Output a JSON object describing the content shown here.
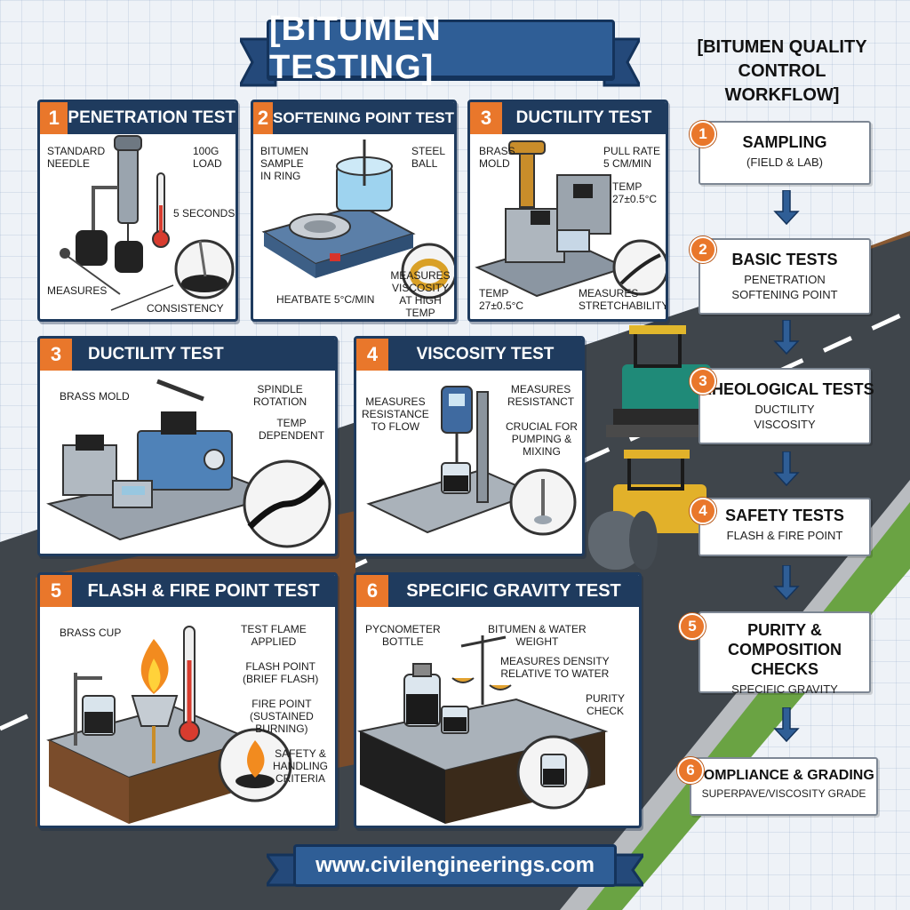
{
  "title": "[BITUMEN TESTING]",
  "workflow_title": "[BITUMEN QUALITY\nCONTROL WORKFLOW]",
  "panels": {
    "p1": {
      "num": "1",
      "title": "PENETRATION TEST",
      "labels": {
        "needle": "STANDARD\nNEEDLE",
        "load": "100g\nLOAD",
        "seconds": "5 SECONDS",
        "measures": "MEASURES",
        "consistency": "CONSISTENCY"
      }
    },
    "p2": {
      "num": "2",
      "title": "SOFTENING POINT TEST",
      "labels": {
        "sample": "BITUMEN\nSAMPLE\nIN RING",
        "ball": "STEEL\nBALL",
        "heat": "HEATBATE 5°C/MIN",
        "viscosity": "MEASURES\nVISCOSITY\nAT HIGH TEMP"
      }
    },
    "p3a": {
      "num": "3",
      "title": "DUCTILITY TEST",
      "labels": {
        "mold": "BRASS\nMOLD",
        "pull": "PULL RATE\n5 CM/MIN",
        "temp_r": "TEMP\n27±0.5°C",
        "temp_l": "TEMP\n27±0.5°C",
        "stretch": "MEASURES\nSTRETCHABILITY"
      }
    },
    "p3b": {
      "num": "3",
      "title": "DUCTILITY TEST",
      "labels": {
        "mold": "BRASS MOLD",
        "spindle": "SPINDLE\nROTATION",
        "temp": "TEMP\nDEPENDENT"
      }
    },
    "p4": {
      "num": "4",
      "title": "VISCOSITY TEST",
      "labels": {
        "resist_flow": "MEASURES\nRESISTANCE\nTO FLOW",
        "resistant": "MEASURES\nRESISTANCT",
        "crucial": "CRUCIAL FOR\nPUMPING &\nMIXING"
      }
    },
    "p5": {
      "num": "5",
      "title": "FLASH & FIRE POINT TEST",
      "labels": {
        "cup": "BRASS CUP",
        "flame": "TEST FLAME\nAPPLIED",
        "flash": "FLASH POINT\n(BRIEF FLASH)",
        "fire": "FIRE POINT\n(SUSTAINED\nBURNING)",
        "safety": "SAFETY &\nHANDLING\nCRITERIA"
      }
    },
    "p6": {
      "num": "6",
      "title": "SPECIFIC GRAVITY TEST",
      "labels": {
        "pyc": "PYCNOMETER\nBOTTLE",
        "weight": "BITUMEN & WATER\nWEIGHT",
        "density": "MEASURES DENSITY\nRELATIVE TO WATER",
        "purity": "PURITY\nCHECK"
      }
    }
  },
  "workflow": [
    {
      "num": "1",
      "title": "SAMPLING",
      "sub": "(FIELD & LAB)"
    },
    {
      "num": "2",
      "title": "BASIC TESTS",
      "sub": "PENETRATION\nSOFTENING POINT"
    },
    {
      "num": "3",
      "title": "RHEOLOGICAL TESTS",
      "sub": "DUCTILITY\nVISCOSITY"
    },
    {
      "num": "4",
      "title": "SAFETY TESTS",
      "sub": "FLASH & FIRE POINT"
    },
    {
      "num": "5",
      "title": "PURITY & COMPOSITION\nCHECKS",
      "sub": "SPECIFIC GRAVITY"
    },
    {
      "num": "6",
      "title": "COMPLIANCE & GRADING",
      "sub": "SUPERPAVE/VISCOSITY GRADE"
    }
  ],
  "footer_url": "www.civilengineerings.com",
  "colors": {
    "navy": "#1f3b5e",
    "orange": "#e9772b",
    "ribbon_blue": "#2f5e96",
    "asphalt": "#3d4348",
    "grass": "#5f9a3a"
  }
}
